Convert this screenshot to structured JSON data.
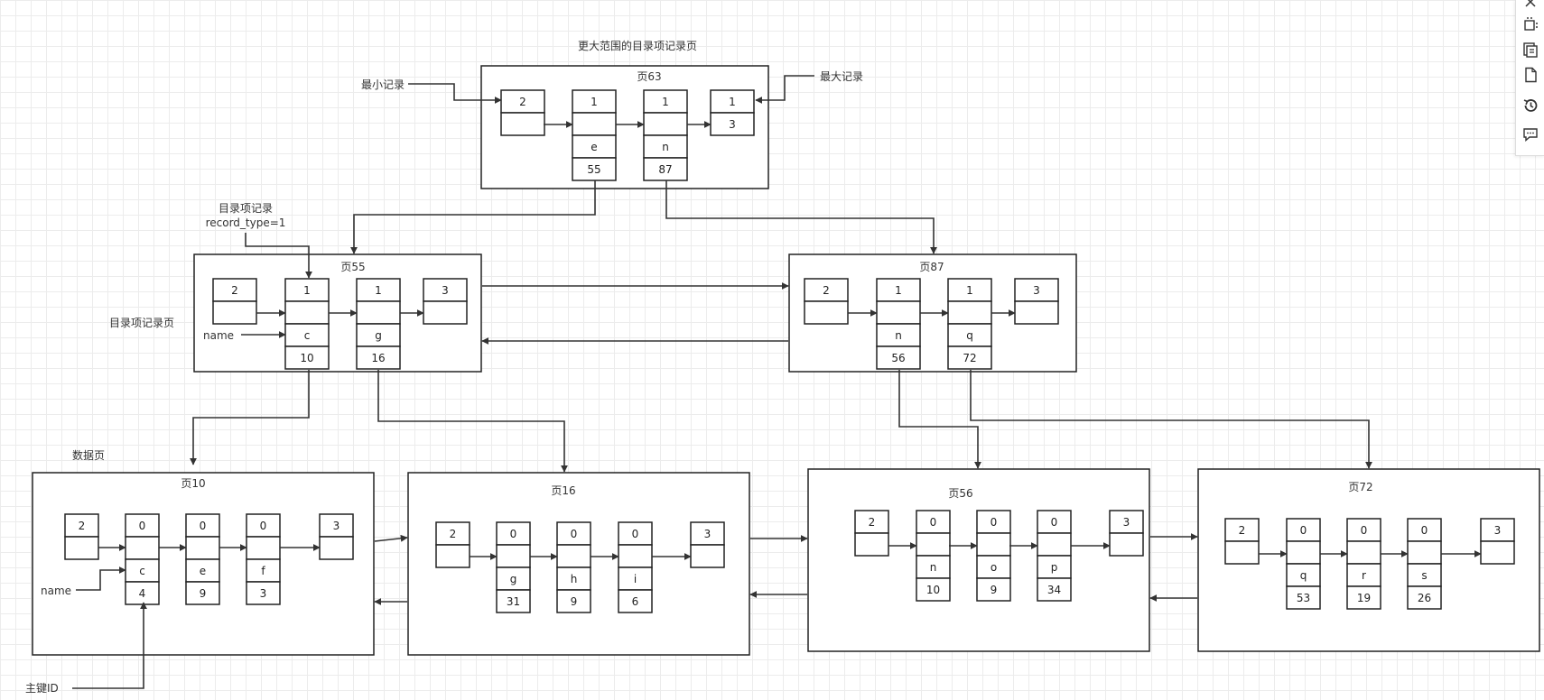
{
  "labels": {
    "top_page_caption": "更大范围的目录项记录页",
    "min_record": "最小记录",
    "max_record": "最大记录",
    "dir_entry_record": "目录项记录",
    "record_type": "record_type=1",
    "dir_entry_page": "目录项记录页",
    "name_upper": "name",
    "data_page": "数据页",
    "name_lower": "name",
    "primary_key": "主键ID"
  },
  "pages": [
    {
      "id": "p63",
      "title": "页63",
      "records": [
        {
          "id": "p63-inf",
          "cells": [
            "2",
            ""
          ]
        },
        {
          "id": "p63-r1",
          "cells": [
            "1",
            "",
            "e",
            "55"
          ]
        },
        {
          "id": "p63-r2",
          "cells": [
            "1",
            "",
            "n",
            "87"
          ]
        },
        {
          "id": "p63-sup",
          "cells": [
            "1",
            "3"
          ]
        }
      ]
    },
    {
      "id": "p55",
      "title": "页55",
      "records": [
        {
          "id": "p55-inf",
          "cells": [
            "2",
            ""
          ]
        },
        {
          "id": "p55-r1",
          "cells": [
            "1",
            "",
            "c",
            "10"
          ]
        },
        {
          "id": "p55-r2",
          "cells": [
            "1",
            "",
            "g",
            "16"
          ]
        },
        {
          "id": "p55-sup",
          "cells": [
            "3",
            ""
          ]
        }
      ]
    },
    {
      "id": "p87",
      "title": "页87",
      "records": [
        {
          "id": "p87-inf",
          "cells": [
            "2",
            ""
          ]
        },
        {
          "id": "p87-r1",
          "cells": [
            "1",
            "",
            "n",
            "56"
          ]
        },
        {
          "id": "p87-r2",
          "cells": [
            "1",
            "",
            "q",
            "72"
          ]
        },
        {
          "id": "p87-sup",
          "cells": [
            "3",
            ""
          ]
        }
      ]
    },
    {
      "id": "p10",
      "title": "页10",
      "records": [
        {
          "id": "p10-inf",
          "cells": [
            "2",
            ""
          ]
        },
        {
          "id": "p10-r1",
          "cells": [
            "0",
            "",
            "c",
            "4"
          ]
        },
        {
          "id": "p10-r2",
          "cells": [
            "0",
            "",
            "e",
            "9"
          ]
        },
        {
          "id": "p10-r3",
          "cells": [
            "0",
            "",
            "f",
            "3"
          ]
        },
        {
          "id": "p10-sup",
          "cells": [
            "3",
            ""
          ]
        }
      ]
    },
    {
      "id": "p16",
      "title": "页16",
      "records": [
        {
          "id": "p16-inf",
          "cells": [
            "2",
            ""
          ]
        },
        {
          "id": "p16-r1",
          "cells": [
            "0",
            "",
            "g",
            "31"
          ]
        },
        {
          "id": "p16-r2",
          "cells": [
            "0",
            "",
            "h",
            "9"
          ]
        },
        {
          "id": "p16-r3",
          "cells": [
            "0",
            "",
            "i",
            "6"
          ]
        },
        {
          "id": "p16-sup",
          "cells": [
            "3",
            ""
          ]
        }
      ]
    },
    {
      "id": "p56",
      "title": "页56",
      "records": [
        {
          "id": "p56-inf",
          "cells": [
            "2",
            ""
          ]
        },
        {
          "id": "p56-r1",
          "cells": [
            "0",
            "",
            "n",
            "10"
          ]
        },
        {
          "id": "p56-r2",
          "cells": [
            "0",
            "",
            "o",
            "9"
          ]
        },
        {
          "id": "p56-r3",
          "cells": [
            "0",
            "",
            "p",
            "34"
          ]
        },
        {
          "id": "p56-sup",
          "cells": [
            "3",
            ""
          ]
        }
      ]
    },
    {
      "id": "p72",
      "title": "页72",
      "records": [
        {
          "id": "p72-inf",
          "cells": [
            "2",
            ""
          ]
        },
        {
          "id": "p72-r1",
          "cells": [
            "0",
            "",
            "q",
            "53"
          ]
        },
        {
          "id": "p72-r2",
          "cells": [
            "0",
            "",
            "r",
            "19"
          ]
        },
        {
          "id": "p72-r3",
          "cells": [
            "0",
            "",
            "s",
            "26"
          ]
        },
        {
          "id": "p72-sup",
          "cells": [
            "3",
            ""
          ]
        }
      ]
    }
  ],
  "toolbar": [
    {
      "name": "format-icon"
    },
    {
      "name": "extract-icon"
    },
    {
      "name": "pages-icon"
    },
    {
      "name": "document-icon"
    },
    {
      "name": "history-icon"
    },
    {
      "name": "comment-icon"
    }
  ]
}
